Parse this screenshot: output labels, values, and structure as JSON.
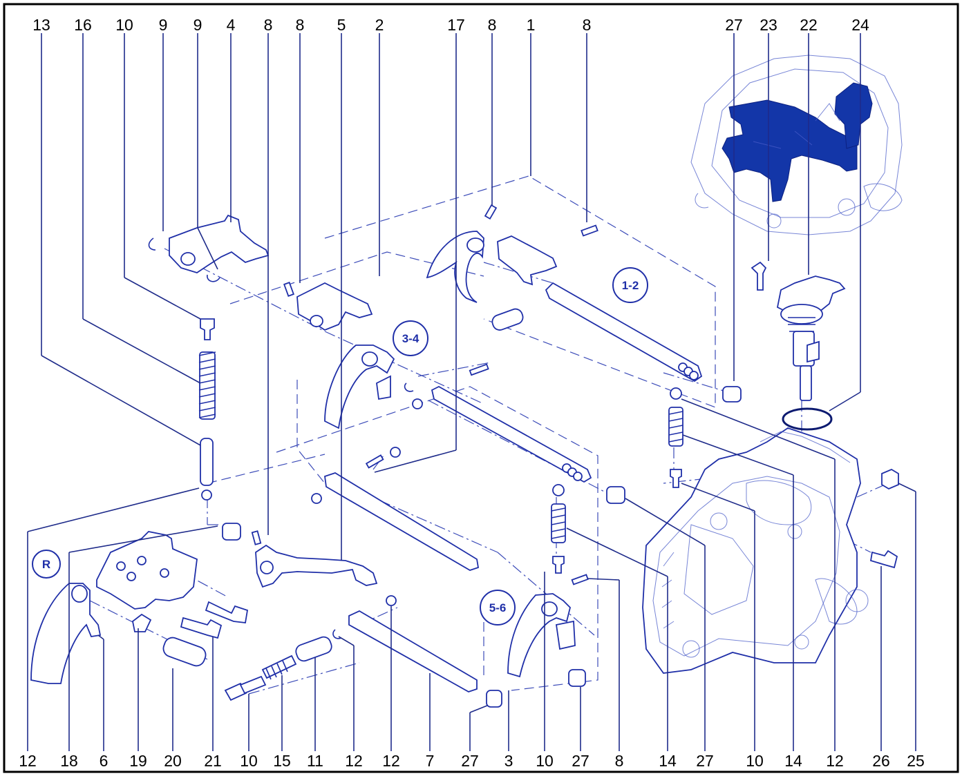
{
  "callouts": {
    "top": [
      "13",
      "16",
      "10",
      "9",
      "9",
      "4",
      "8",
      "8",
      "5",
      "2",
      "17",
      "8",
      "1",
      "8",
      "27",
      "23",
      "22",
      "24"
    ],
    "bottom": [
      "12",
      "18",
      "6",
      "19",
      "20",
      "21",
      "10",
      "15",
      "11",
      "12",
      "12",
      "7",
      "27",
      "3",
      "10",
      "27",
      "8",
      "14",
      "27",
      "10",
      "14",
      "12",
      "26",
      "25"
    ]
  },
  "groups": {
    "g12": "1-2",
    "g34": "3-4",
    "g56": "5-6",
    "rev": "R"
  },
  "colors": {
    "line": "#1f2fa8",
    "accent": "#1336a8",
    "text": "#000000"
  }
}
